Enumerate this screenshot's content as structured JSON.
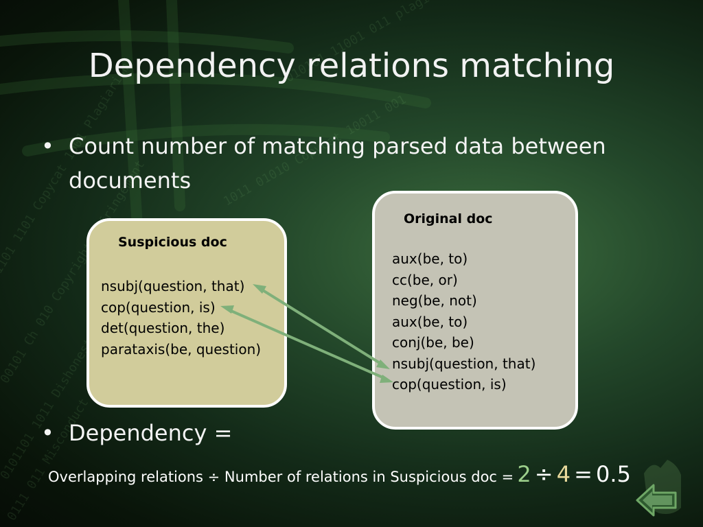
{
  "slide": {
    "title": "Dependency relations matching",
    "bullets": [
      {
        "marker": "•",
        "text": "Count number of matching parsed data between documents"
      },
      {
        "marker": "•",
        "text": "Dependency ="
      }
    ]
  },
  "suspicious_doc": {
    "title": "Suspicious doc",
    "relations": [
      "nsubj(question, that)",
      "cop(question, is)",
      "det(question, the)",
      "parataxis(be, question)"
    ]
  },
  "original_doc": {
    "title": "Original doc",
    "relations": [
      "aux(be, to)",
      "cc(be, or)",
      "neg(be, not)",
      "aux(be, to)",
      "conj(be, be)",
      "nsubj(question, that)",
      "cop(question, is)"
    ]
  },
  "formula": {
    "text": "Overlapping relations ÷ Number of relations in Suspicious doc =",
    "numerator": "2",
    "divide": "÷",
    "denominator": "4",
    "equals": "=",
    "result": "0.5"
  },
  "colors": {
    "arrow": "#7fb07a",
    "suspicious_box": "#d1cc9b",
    "original_box": "#c4c3b5"
  },
  "icons": {
    "back": "back-arrow-icon"
  }
}
